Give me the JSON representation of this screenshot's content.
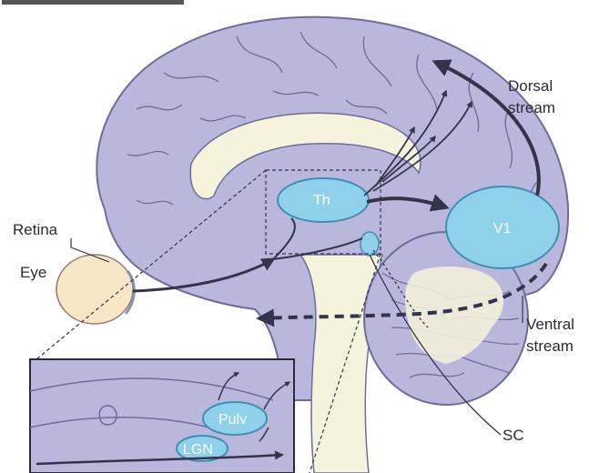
{
  "diagram": {
    "labels": {
      "retina": "Retina",
      "eye": "Eye",
      "th": "Th",
      "v1": "V1",
      "dorsal_line1": "Dorsal",
      "dorsal_line2": "stream",
      "ventral_line1": "Ventral",
      "ventral_line2": "stream",
      "sc": "SC",
      "pulv": "Pulv",
      "lgn": "LGN"
    },
    "colors": {
      "cortex": "#b9b7dc",
      "cortex_dark": "#6e6c9a",
      "white_matter": "#f6f3dc",
      "nucleus": "#8fd0ea",
      "nucleus_stroke": "#3f8fb5",
      "eye": "#f9e6c6",
      "arrow": "#33334a"
    }
  }
}
